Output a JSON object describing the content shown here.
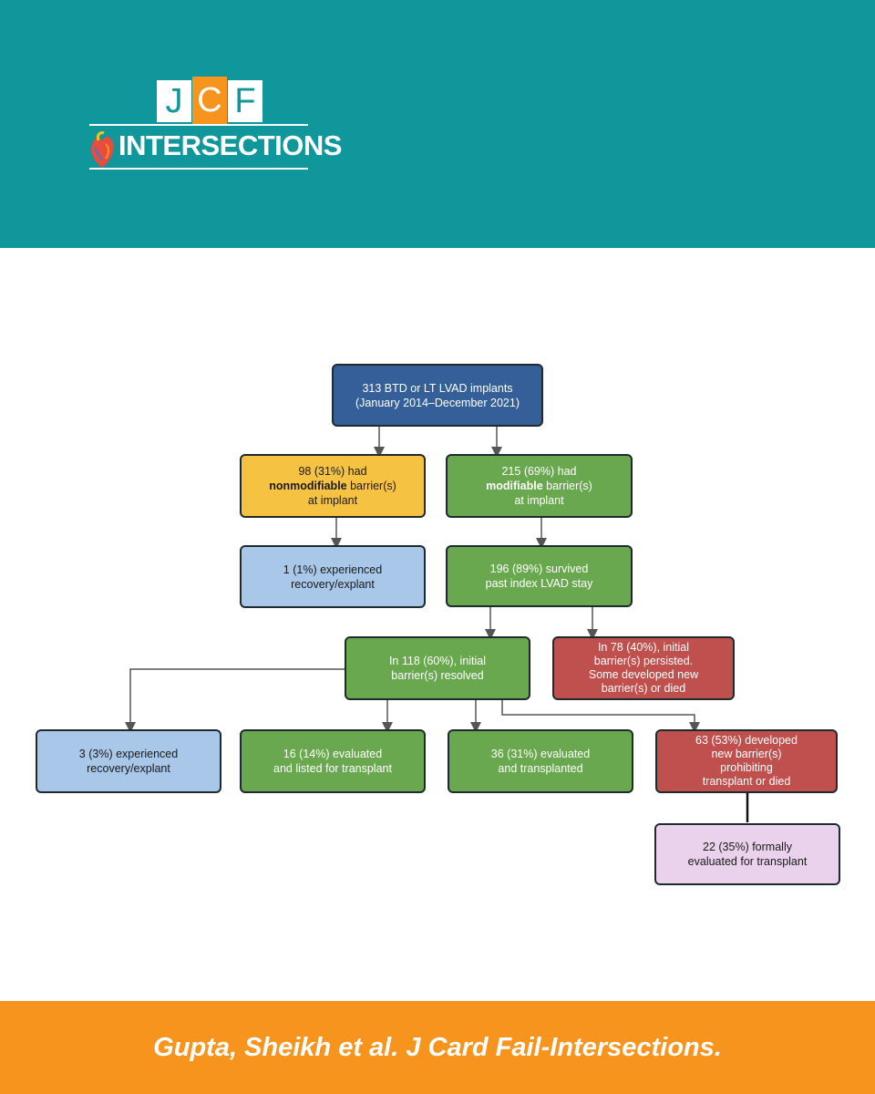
{
  "logo": {
    "letter_j": "J",
    "letter_c": "C",
    "letter_f": "F",
    "wordmark": "INTERSECTIONS"
  },
  "diagram": {
    "root": {
      "line1": "313 BTD or LT LVAD implants",
      "line2": "(January 2014–December 2021)"
    },
    "nonmod": {
      "pre": "98 (31%) had",
      "bold": "nonmodifiable",
      "post": " barrier(s)",
      "line3": "at implant"
    },
    "mod": {
      "pre": "215 (69%) had",
      "bold": "modifiable",
      "post": " barrier(s)",
      "line3": "at implant"
    },
    "recovery1": {
      "line1": "1 (1%) experienced",
      "line2": "recovery/explant"
    },
    "survived": {
      "line1": "196 (89%) survived",
      "line2": "past index LVAD stay"
    },
    "resolved": {
      "line1": "In 118 (60%), initial",
      "line2": "barrier(s) resolved"
    },
    "persisted": {
      "line1": "In 78 (40%), initial",
      "line2": "barrier(s) persisted.",
      "line3": "Some developed new",
      "line4": "barrier(s) or died"
    },
    "recovery3": {
      "line1": "3 (3%) experienced",
      "line2": "recovery/explant"
    },
    "listed": {
      "line1": "16 (14%) evaluated",
      "line2": "and listed for transplant"
    },
    "transplanted": {
      "line1": "36 (31%) evaluated",
      "line2": "and transplanted"
    },
    "newbarrier": {
      "line1": "63 (53%) developed",
      "line2": "new barrier(s)",
      "line3": "prohibiting",
      "line4": "transplant or died"
    },
    "formal": {
      "line1": "22 (35%) formally",
      "line2": "evaluated for transplant"
    }
  },
  "footer": {
    "citation": "Gupta, Sheikh et al. J Card Fail-Intersections."
  },
  "colors": {
    "header_teal": "#0f979b",
    "footer_orange": "#f7941d",
    "navy": "#345f99",
    "yellow": "#f5c242",
    "green": "#6aa84f",
    "light_blue": "#a9c7e8",
    "red": "#c0504d",
    "pink": "#ead1ec"
  }
}
